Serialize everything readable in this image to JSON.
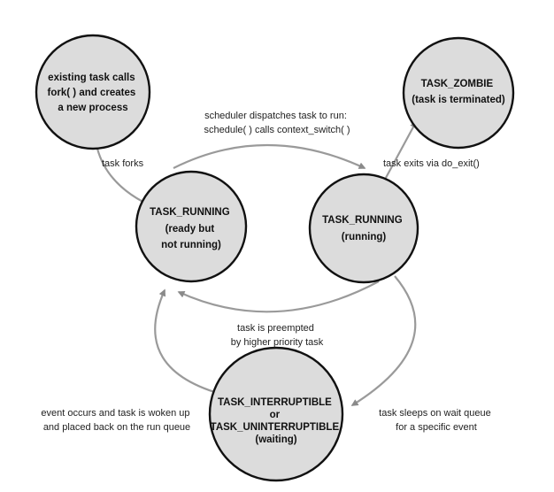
{
  "colors": {
    "state_fill": "#dcdcdc",
    "state_border": "#111111",
    "arrow": "#9a9a9a",
    "text": "#111111"
  },
  "states": {
    "fork": [
      "existing task calls",
      "fork( ) and creates",
      "a new process"
    ],
    "zombie": [
      "TASK_ZOMBIE",
      "(task is terminated)"
    ],
    "ready": [
      "TASK_RUNNING",
      "(ready but",
      "not running)"
    ],
    "running": [
      "TASK_RUNNING",
      "(running)"
    ],
    "waiting": [
      "TASK_INTERRUPTIBLE",
      "or",
      "TASK_UNINTERRUPTIBLE",
      "(waiting)"
    ]
  },
  "transitions": {
    "task_forks": [
      "task forks"
    ],
    "dispatch": [
      "scheduler dispatches task to run:",
      "schedule( ) calls context_switch( )"
    ],
    "exit": [
      "task exits via do_exit()"
    ],
    "preempt": [
      "task is preempted",
      "by  higher priority task"
    ],
    "sleep": [
      "task sleeps on wait queue",
      "for a specific event"
    ],
    "wake": [
      "event occurs and task is woken up",
      "and placed back on the run queue"
    ]
  }
}
